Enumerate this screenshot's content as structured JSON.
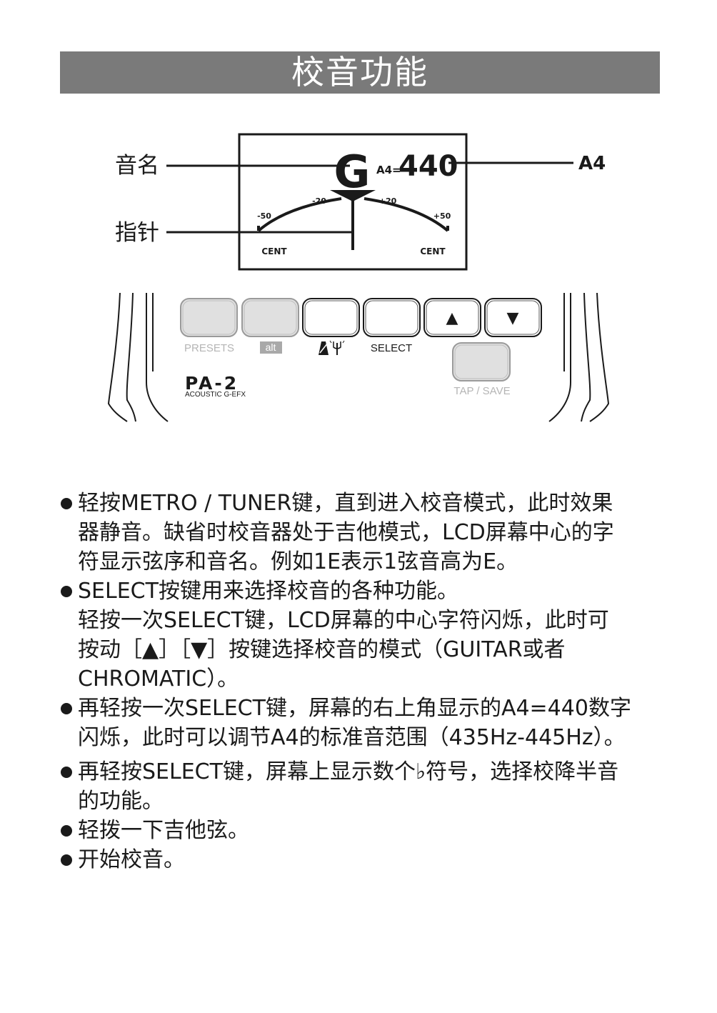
{
  "title": "校音功能",
  "diagram": {
    "callout_note_name": "音名",
    "callout_needle": "指针",
    "callout_a4": "A4",
    "lcd": {
      "note": "G",
      "a4_label": "A4=",
      "a4_value": "440",
      "scale_m50": "-50",
      "scale_m20": "-20",
      "scale_p20": "+20",
      "scale_p50": "+50",
      "cent_left": "CENT",
      "cent_right": "CENT"
    },
    "buttons": {
      "presets_label": "PRESETS",
      "alt_label": "alt",
      "select_label": "SELECT",
      "tap_save_label": "TAP / SAVE",
      "up_glyph": "▲",
      "down_glyph": "▼"
    },
    "brand": {
      "model": "PA-2",
      "subtitle": "ACOUSTIC G-EFX"
    }
  },
  "bullets": [
    {
      "lines": [
        "轻按METRO / TUNER键，直到进入校音模式，此时效果",
        "器静音。缺省时校音器处于吉他模式，LCD屏幕中心的字",
        "符显示弦序和音名。例如1E表示1弦音高为E。"
      ]
    },
    {
      "lines": [
        "SELECT按键用来选择校音的各种功能。",
        "轻按一次SELECT键，LCD屏幕的中心字符闪烁，此时可",
        "按动［▲］［▼］按键选择校音的模式（GUITAR或者",
        "CHROMATIC）。"
      ]
    },
    {
      "lines": [
        "再轻按一次SELECT键，屏幕的右上角显示的A4=440数字",
        "闪烁，此时可以调节A4的标准音范围（435Hz-445Hz）。"
      ]
    },
    {
      "lines": [
        "再轻按SELECT键，屏幕上显示数个♭符号，选择校降半音",
        "的功能。"
      ]
    },
    {
      "lines": [
        "轻拨一下吉他弦。"
      ]
    },
    {
      "lines": [
        "开始校音。"
      ]
    }
  ]
}
